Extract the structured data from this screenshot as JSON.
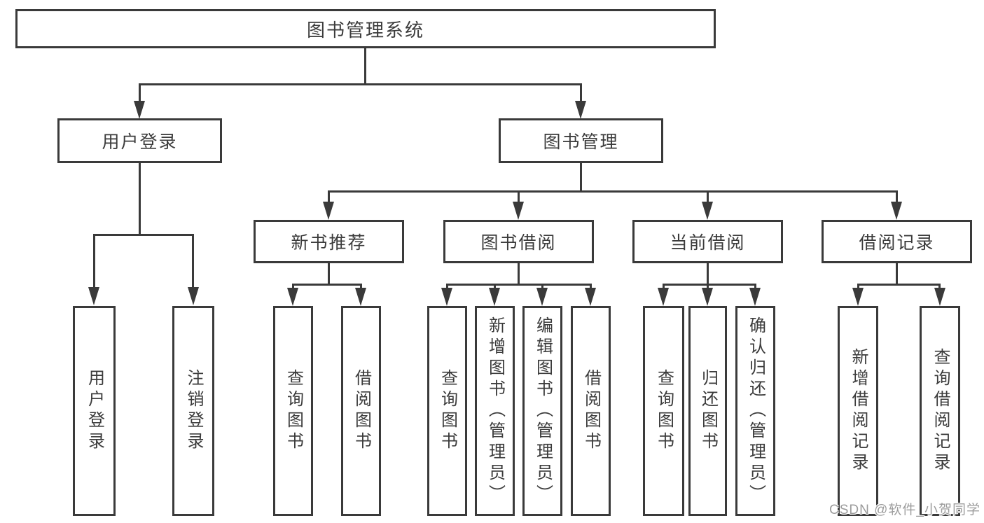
{
  "diagram": {
    "type": "hierarchy-tree",
    "title": "图书管理系统",
    "colors": {
      "line": "#3a3a3a",
      "box_border": "#3a3a3a",
      "text": "#3b3b3b",
      "watermark": "#9c9c9c",
      "background": "#ffffff"
    },
    "tree": {
      "label": "图书管理系统",
      "children": [
        {
          "label": "用户登录",
          "children": [
            {
              "label": "用户登录"
            },
            {
              "label": "注销登录"
            }
          ]
        },
        {
          "label": "图书管理",
          "children": [
            {
              "label": "新书推荐",
              "children": [
                {
                  "label": "查询图书"
                },
                {
                  "label": "借阅图书"
                }
              ]
            },
            {
              "label": "图书借阅",
              "children": [
                {
                  "label": "查询图书"
                },
                {
                  "label": "新增图书（管理员）"
                },
                {
                  "label": "编辑图书（管理员）"
                },
                {
                  "label": "借阅图书"
                }
              ]
            },
            {
              "label": "当前借阅",
              "children": [
                {
                  "label": "查询图书"
                },
                {
                  "label": "归还图书"
                },
                {
                  "label": "确认归还（管理员）"
                }
              ]
            },
            {
              "label": "借阅记录",
              "children": [
                {
                  "label": "新增借阅记录"
                },
                {
                  "label": "查询借阅记录"
                }
              ]
            }
          ]
        }
      ]
    },
    "watermark": {
      "text": "CSDN @软件_小贺同学"
    }
  }
}
